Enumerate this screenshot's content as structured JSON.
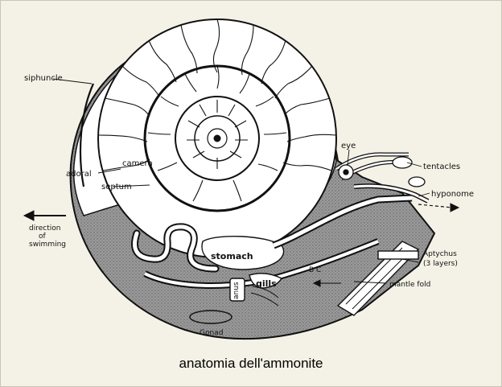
{
  "labels": {
    "siphuncle": "siphuncle",
    "camera": "camera",
    "adoral": "adoral",
    "septum": "septum",
    "eye": "eye",
    "tentacles": "tentacles",
    "hyponome": "hyponome",
    "direction": "direction",
    "of": "of",
    "swimming": "swimming",
    "stomach": "stomach",
    "gills": "gills",
    "anus": "anus",
    "bc": "B C",
    "aptychus": "Aptychus",
    "layers": "(3 layers)",
    "mantle_fold": "mantle fold",
    "gonad": "Gonad"
  },
  "caption": "anatomia dell'ammonite",
  "colors": {
    "background": "#f4f2e6",
    "shell": "#ffffff",
    "body_tissue": "#8f8f8f",
    "ink": "#111111"
  }
}
